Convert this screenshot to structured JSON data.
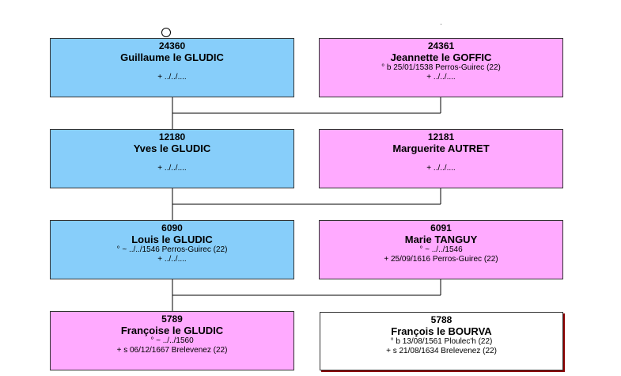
{
  "persons": [
    {
      "num": "24360",
      "name": "Guillaume le GLUDIC",
      "line1": "",
      "line2": "+ ../../....",
      "sex": "male"
    },
    {
      "num": "24361",
      "name": "Jeannette le GOFFIC",
      "line1": "° b 25/01/1538 Perros-Guirec (22)",
      "line2": "+ ../../....",
      "sex": "female"
    },
    {
      "num": "12180",
      "name": "Yves le GLUDIC",
      "line1": "",
      "line2": "+ ../../....",
      "sex": "male"
    },
    {
      "num": "12181",
      "name": "Marguerite AUTRET",
      "line1": "",
      "line2": "+ ../../....",
      "sex": "female"
    },
    {
      "num": "6090",
      "name": "Louis le GLUDIC",
      "line1": "° ~ ../../1546 Perros-Guirec (22)",
      "line2": "+ ../../....",
      "sex": "male"
    },
    {
      "num": "6091",
      "name": "Marie TANGUY",
      "line1": "° ~ ../../1546",
      "line2": "+ 25/09/1616 Perros-Guirec (22)",
      "sex": "female"
    },
    {
      "num": "5789",
      "name": "Françoise le GLUDIC",
      "line1": "° ~ ../../1560",
      "line2": "+ s 06/12/1667 Brelevenez (22)",
      "sex": "female"
    },
    {
      "num": "5788",
      "name": "François le BOURVA",
      "line1": "° b 13/08/1561 Ploulec'h (22)",
      "line2": "+ s 21/08/1634 Brelevenez (22)",
      "sex": "none"
    }
  ],
  "colors": {
    "male": "#87cefa",
    "female": "#ffaaff",
    "line": "#000000"
  }
}
